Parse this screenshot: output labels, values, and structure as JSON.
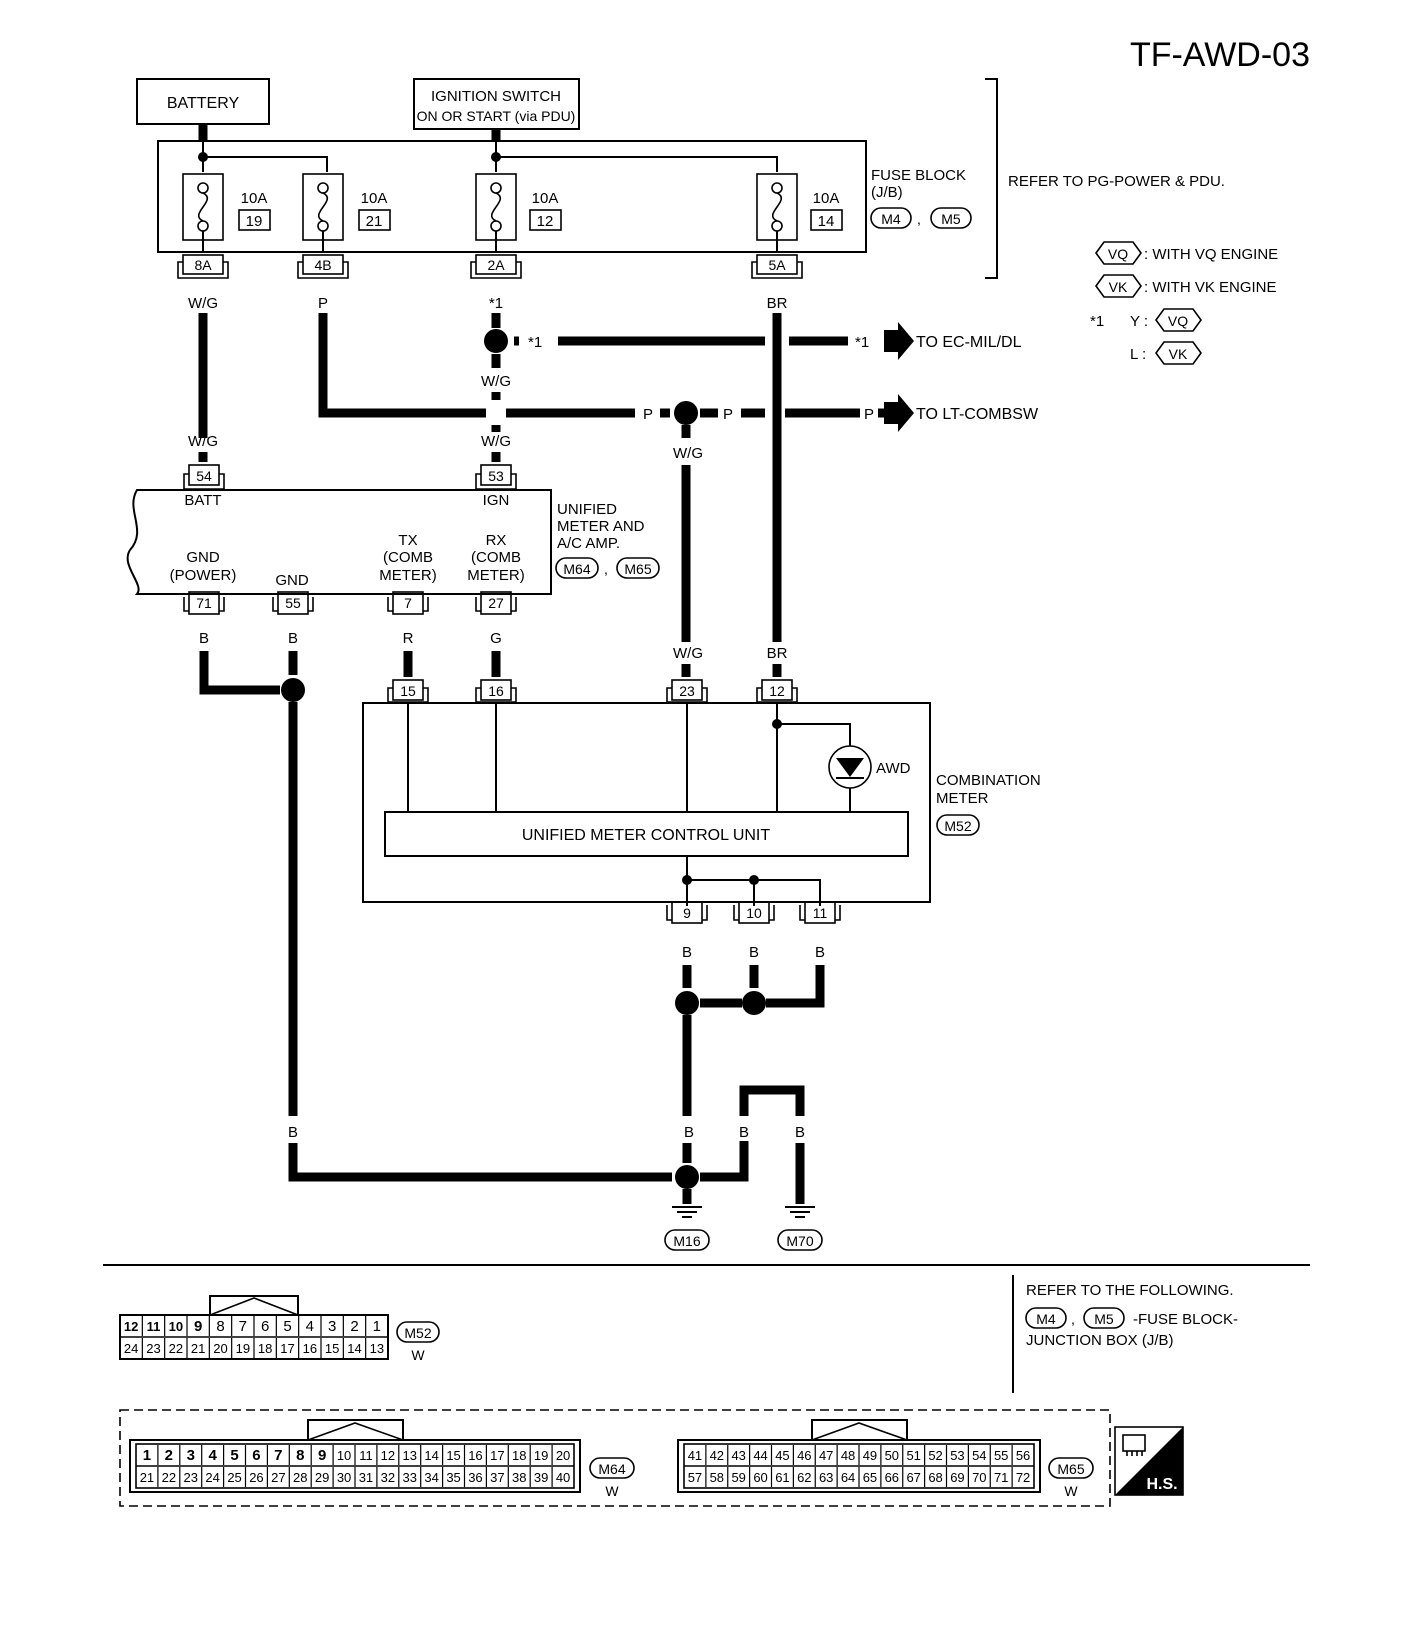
{
  "page_code": "TF-AWD-03",
  "sources": {
    "battery": "BATTERY",
    "ignition_line1": "IGNITION SWITCH",
    "ignition_line2": "ON OR START (via PDU)"
  },
  "fuse_block": {
    "label_line1": "FUSE BLOCK",
    "label_line2": "(J/B)",
    "connector_a": "M4",
    "connector_b": "M5",
    "separator": ",",
    "refer": "REFER TO PG-POWER & PDU.",
    "fuses": [
      {
        "amps": "10A",
        "number": "19",
        "terminal": "8A",
        "wire": "W/G"
      },
      {
        "amps": "10A",
        "number": "21",
        "terminal": "4B",
        "wire": "P"
      },
      {
        "amps": "10A",
        "number": "12",
        "terminal": "2A",
        "wire": "*1"
      },
      {
        "amps": "10A",
        "number": "14",
        "terminal": "5A",
        "wire": "BR"
      }
    ]
  },
  "legend": {
    "vq_code": "VQ",
    "vq_text": ": WITH VQ ENGINE",
    "vk_code": "VK",
    "vk_text": ": WITH VK ENGINE",
    "note_mark": "*1",
    "y_label": "Y :",
    "l_label": "L :"
  },
  "branches": {
    "ec_mark": "*1",
    "ec_mark_right": "*1",
    "ec_dest": "TO EC-MIL/DL",
    "lt_color_left": "P",
    "lt_color_mid": "P",
    "lt_color_right": "P",
    "lt_dest": "TO LT-COMBSW",
    "wg_after_ec": "W/G",
    "wg_down": "W/G"
  },
  "unified_amp": {
    "label_line1": "UNIFIED",
    "label_line2": "METER AND",
    "label_line3": "A/C AMP.",
    "connector_a": "M64",
    "connector_b": "M65",
    "separator": ",",
    "top_pins": [
      {
        "pin": "54",
        "name": "BATT",
        "wire": "W/G"
      },
      {
        "pin": "53",
        "name": "IGN",
        "wire": "W/G"
      }
    ],
    "bottom_pins": [
      {
        "pin": "71",
        "name1": "GND",
        "name2": "(POWER)",
        "wire": "B"
      },
      {
        "pin": "55",
        "name1": "GND",
        "name2": "",
        "wire": "B"
      },
      {
        "pin": "7",
        "name1": "TX",
        "name2": "(COMB",
        "name3": "METER)",
        "wire": "R"
      },
      {
        "pin": "27",
        "name1": "RX",
        "name2": "(COMB",
        "name3": "METER)",
        "wire": "G"
      }
    ]
  },
  "combination_meter": {
    "label_line1": "COMBINATION",
    "label_line2": "METER",
    "connector": "M52",
    "control_unit": "UNIFIED METER CONTROL UNIT",
    "lamp": "AWD",
    "top_pins": [
      {
        "pin": "15"
      },
      {
        "pin": "16"
      },
      {
        "pin": "23",
        "wire": "W/G"
      },
      {
        "pin": "12",
        "wire": "BR"
      }
    ],
    "bottom_pins": [
      {
        "pin": "9",
        "wire": "B"
      },
      {
        "pin": "10",
        "wire": "B"
      },
      {
        "pin": "11",
        "wire": "B"
      }
    ]
  },
  "grounds": {
    "wire_left": "B",
    "wire_mid": "B",
    "wire_mid2": "B",
    "wire_right": "B",
    "ground_a": "M16",
    "ground_b": "M70"
  },
  "reference": {
    "line1": "REFER TO THE FOLLOWING.",
    "connector_a": "M4",
    "connector_b": "M5",
    "separator": ",",
    "text_a": "-FUSE BLOCK-",
    "text_b": "JUNCTION BOX (J/B)"
  },
  "connector_views": {
    "m52": {
      "id": "M52",
      "color": "W",
      "top": [
        "12",
        "11",
        "10",
        "9",
        "8",
        "7",
        "6",
        "5",
        "4",
        "3",
        "2",
        "1"
      ],
      "bottom": [
        "24",
        "23",
        "22",
        "21",
        "20",
        "19",
        "18",
        "17",
        "16",
        "15",
        "14",
        "13"
      ]
    },
    "m64": {
      "id": "M64",
      "color": "W",
      "top": [
        "1",
        "2",
        "3",
        "4",
        "5",
        "6",
        "7",
        "8",
        "9",
        "10",
        "11",
        "12",
        "13",
        "14",
        "15",
        "16",
        "17",
        "18",
        "19",
        "20"
      ],
      "bottom": [
        "21",
        "22",
        "23",
        "24",
        "25",
        "26",
        "27",
        "28",
        "29",
        "30",
        "31",
        "32",
        "33",
        "34",
        "35",
        "36",
        "37",
        "38",
        "39",
        "40"
      ]
    },
    "m65": {
      "id": "M65",
      "color": "W",
      "top": [
        "41",
        "42",
        "43",
        "44",
        "45",
        "46",
        "47",
        "48",
        "49",
        "50",
        "51",
        "52",
        "53",
        "54",
        "55",
        "56"
      ],
      "bottom": [
        "57",
        "58",
        "59",
        "60",
        "61",
        "62",
        "63",
        "64",
        "65",
        "66",
        "67",
        "68",
        "69",
        "70",
        "71",
        "72"
      ]
    }
  },
  "hs_badge": "H.S."
}
